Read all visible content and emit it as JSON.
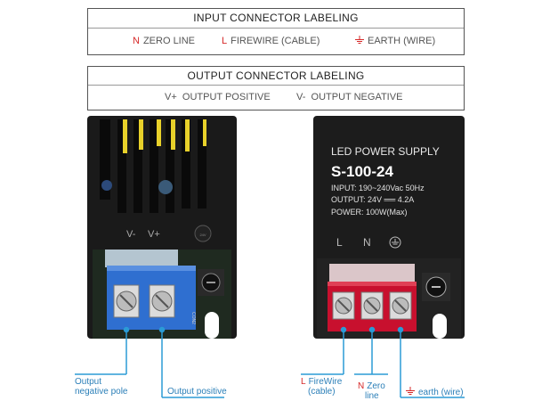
{
  "input_box": {
    "title": "INPUT CONNECTOR LABELING",
    "items": [
      {
        "symbol": "N",
        "text": "ZERO LINE"
      },
      {
        "symbol": "L",
        "text": "FIREWIRE (CABLE)"
      },
      {
        "symbol": "earth-icon",
        "text": "EARTH (WIRE)"
      }
    ]
  },
  "output_box": {
    "title": "OUTPUT CONNECTOR LABELING",
    "items": [
      {
        "symbol": "V+",
        "text": "OUTPUT POSITIVE"
      },
      {
        "symbol": "V-",
        "text": "OUTPUT NEGATIVE"
      }
    ]
  },
  "left_unit": {
    "terminal_labels": [
      "V-",
      "V+"
    ],
    "board_text": "CON2",
    "callouts": {
      "negative": [
        "Output",
        "negative pole"
      ],
      "positive": "Output positive"
    }
  },
  "right_unit": {
    "heading": "LED POWER SUPPLY",
    "model": "S-100-24",
    "specs": [
      "INPUT: 190~240Vac  50Hz",
      "OUTPUT: 24V ══ 4.2A",
      "POWER: 100W(Max)"
    ],
    "terminal_symbols": [
      "L",
      "N"
    ],
    "callouts": {
      "firewire": {
        "symbol": "L",
        "lines": [
          "FireWire",
          "(cable)"
        ]
      },
      "zero": {
        "symbol": "N",
        "lines": [
          "Zero",
          "line"
        ]
      },
      "earth": {
        "text": "earth (wire)"
      }
    }
  },
  "colors": {
    "accent_red": "#d62828",
    "callout_blue": "#2b7fb8",
    "terminal_blue": "#2f6fd0",
    "terminal_red": "#c8102e"
  }
}
